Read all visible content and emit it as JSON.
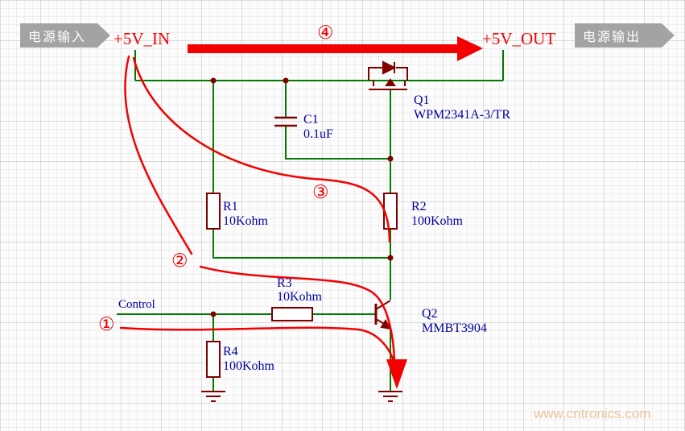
{
  "banners": {
    "input": "电源输入",
    "output": "电源输出"
  },
  "nets": {
    "vin": "+5V_IN",
    "vout": "+5V_OUT",
    "control": "Control"
  },
  "components": {
    "q1": {
      "ref": "Q1",
      "value": "WPM2341A-3/TR"
    },
    "q2": {
      "ref": "Q2",
      "value": "MMBT3904"
    },
    "c1": {
      "ref": "C1",
      "value": "0.1uF"
    },
    "r1": {
      "ref": "R1",
      "value": "10Kohm"
    },
    "r2": {
      "ref": "R2",
      "value": "100Kohm"
    },
    "r3": {
      "ref": "R3",
      "value": "10Kohm"
    },
    "r4": {
      "ref": "R4",
      "value": "100Kohm"
    }
  },
  "steps": {
    "s1": "①",
    "s2": "②",
    "s3": "③",
    "s4": "④"
  },
  "watermark": "www.cntronics.com",
  "colors": {
    "wire": "#007a00",
    "component": "#800000",
    "label": "#0000a0",
    "net_label": "#f30000",
    "annotation": "#f30000",
    "banner": "#a3a3a3",
    "watermark": "#e9c496"
  }
}
